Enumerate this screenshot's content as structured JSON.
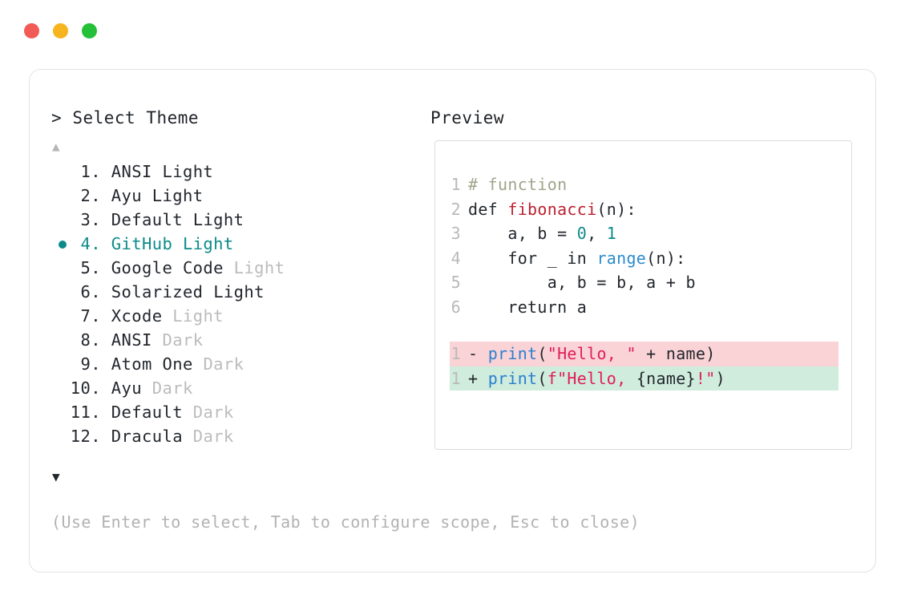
{
  "window": {
    "buttons": [
      {
        "name": "close",
        "color": "#f25a55"
      },
      {
        "name": "minimize",
        "color": "#f6b41f"
      },
      {
        "name": "maximize",
        "color": "#24c038"
      }
    ]
  },
  "selector": {
    "prompt_symbol": ">",
    "title": "Select Theme",
    "scroll_up_indicator": "▲",
    "scroll_down_indicator": "▼",
    "selected_index": 4,
    "items": [
      {
        "num": " 1.",
        "name": "ANSI",
        "variant": "Light",
        "variant_muted": false,
        "selected": false
      },
      {
        "num": " 2.",
        "name": "Ayu",
        "variant": "Light",
        "variant_muted": false,
        "selected": false
      },
      {
        "num": " 3.",
        "name": "Default",
        "variant": "Light",
        "variant_muted": false,
        "selected": false
      },
      {
        "num": " 4.",
        "name": "GitHub",
        "variant": "Light",
        "variant_muted": false,
        "selected": true
      },
      {
        "num": " 5.",
        "name": "Google Code",
        "variant": "Light",
        "variant_muted": true,
        "selected": false
      },
      {
        "num": " 6.",
        "name": "Solarized",
        "variant": "Light",
        "variant_muted": false,
        "selected": false
      },
      {
        "num": " 7.",
        "name": "Xcode",
        "variant": "Light",
        "variant_muted": true,
        "selected": false
      },
      {
        "num": " 8.",
        "name": "ANSI",
        "variant": "Dark",
        "variant_muted": true,
        "selected": false
      },
      {
        "num": " 9.",
        "name": "Atom One",
        "variant": "Dark",
        "variant_muted": true,
        "selected": false
      },
      {
        "num": "10.",
        "name": "Ayu",
        "variant": "Dark",
        "variant_muted": true,
        "selected": false
      },
      {
        "num": "11.",
        "name": "Default",
        "variant": "Dark",
        "variant_muted": true,
        "selected": false
      },
      {
        "num": "12.",
        "name": "Dracula",
        "variant": "Dark",
        "variant_muted": true,
        "selected": false
      }
    ],
    "hint": "(Use Enter to select, Tab to configure scope, Esc to close)"
  },
  "preview": {
    "label": "Preview",
    "code_lines": [
      {
        "number": "1",
        "tokens": [
          {
            "t": "# function",
            "c": "tok-comment"
          }
        ]
      },
      {
        "number": "2",
        "tokens": [
          {
            "t": "def ",
            "c": "tok-kw"
          },
          {
            "t": "fibonacci",
            "c": "tok-fn"
          },
          {
            "t": "(n):",
            "c": "tok-punc"
          }
        ]
      },
      {
        "number": "3",
        "tokens": [
          {
            "t": "    a, b = ",
            "c": "tok-plain"
          },
          {
            "t": "0",
            "c": "tok-num"
          },
          {
            "t": ", ",
            "c": "tok-plain"
          },
          {
            "t": "1",
            "c": "tok-num"
          }
        ]
      },
      {
        "number": "4",
        "tokens": [
          {
            "t": "    for _ in ",
            "c": "tok-plain"
          },
          {
            "t": "range",
            "c": "tok-builtin"
          },
          {
            "t": "(n):",
            "c": "tok-punc"
          }
        ]
      },
      {
        "number": "5",
        "tokens": [
          {
            "t": "        a, b = b, a + b",
            "c": "tok-plain"
          }
        ]
      },
      {
        "number": "6",
        "tokens": [
          {
            "t": "    return a",
            "c": "tok-plain"
          }
        ]
      }
    ],
    "diff_lines": [
      {
        "number": "1",
        "sign": "-",
        "kind": "diff-del",
        "tokens": [
          {
            "t": "print",
            "c": "tok-call"
          },
          {
            "t": "(",
            "c": "tok-punc"
          },
          {
            "t": "\"Hello, \"",
            "c": "tok-str"
          },
          {
            "t": " + name)",
            "c": "tok-plain"
          }
        ]
      },
      {
        "number": "1",
        "sign": "+",
        "kind": "diff-add",
        "tokens": [
          {
            "t": "print",
            "c": "tok-call"
          },
          {
            "t": "(",
            "c": "tok-punc"
          },
          {
            "t": "f\"Hello, ",
            "c": "tok-str"
          },
          {
            "t": "{name}",
            "c": "tok-plain"
          },
          {
            "t": "!\"",
            "c": "tok-str"
          },
          {
            "t": ")",
            "c": "tok-punc"
          }
        ]
      }
    ]
  },
  "colors": {
    "accent_teal": "#0d8a8a",
    "muted_gray": "#bcbcbc",
    "card_border": "#e3e3e3",
    "diff_delete_bg": "#f9d3d6",
    "diff_add_bg": "#cfecdc"
  }
}
